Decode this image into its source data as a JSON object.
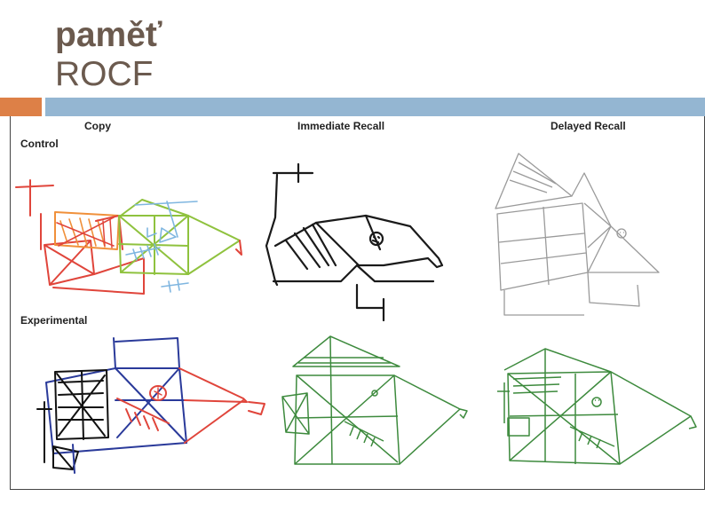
{
  "slide": {
    "title_line1": "paměť",
    "title_line2": "ROCF"
  },
  "figure": {
    "columns": [
      "Copy",
      "Immediate Recall",
      "Delayed Recall"
    ],
    "rows": [
      "Control",
      "Experimental"
    ],
    "colors": {
      "control_copy_red": "#e0453b",
      "control_copy_orange": "#f0903a",
      "control_copy_green": "#8fc23e",
      "control_copy_blue": "#7fb6e0",
      "control_recall_black": "#1a1a1a",
      "control_delayed_gray": "#9a9a9a",
      "experimental_copy_blue": "#2a3a9a",
      "experimental_copy_red": "#e0453b",
      "experimental_copy_black": "#111111",
      "experimental_recall_green": "#3d8a3d"
    }
  }
}
